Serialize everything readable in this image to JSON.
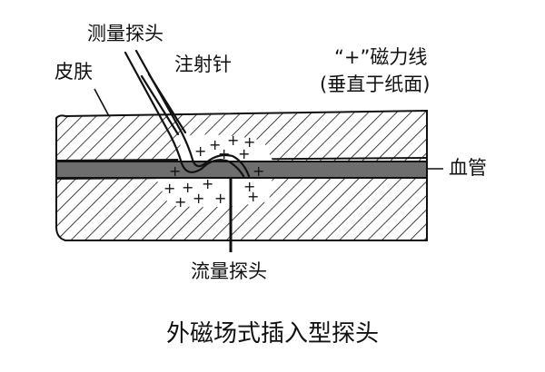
{
  "labels": {
    "probe_top": "测量探头",
    "skin": "皮肤",
    "needle": "注射针",
    "magnetic_line1": "“+”磁力线",
    "magnetic_line2": "(垂直于纸面)",
    "vessel": "血管",
    "flow_probe": "流量探头",
    "caption": "外磁场式插入型探头"
  },
  "symbols": {
    "plus": "+"
  },
  "colors": {
    "ink": "#111111",
    "vessel_fill": "#6e6e6e",
    "background": "#ffffff"
  }
}
